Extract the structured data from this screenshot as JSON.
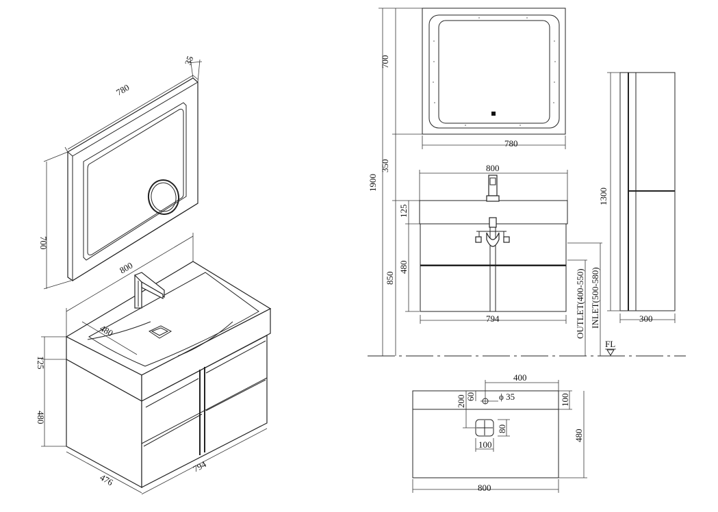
{
  "iso": {
    "mirror_width": "780",
    "mirror_depth": "35",
    "mirror_height": "700",
    "top_width": "800",
    "top_depth": "480",
    "top_height": "125",
    "cabinet_height": "480",
    "cabinet_depth": "476",
    "cabinet_width": "794"
  },
  "front": {
    "total_height": "1900",
    "mirror_height": "700",
    "mirror_width": "780",
    "gap": "350",
    "basin_width": "800",
    "top_height": "125",
    "cabinet_height": "480",
    "mount_height": "850",
    "cabinet_width": "794",
    "outlet": "OUTLET(400-550)",
    "inlet": "INLET(500-580)",
    "floor_label": "FL"
  },
  "side": {
    "height": "1300",
    "depth": "300"
  },
  "plan": {
    "hole_offset": "400",
    "d200": "200",
    "d60": "60",
    "hole_label": "ϕ 35",
    "d100_top": "100",
    "drain_size": "80",
    "drain_width": "100",
    "depth": "480",
    "width": "800"
  }
}
